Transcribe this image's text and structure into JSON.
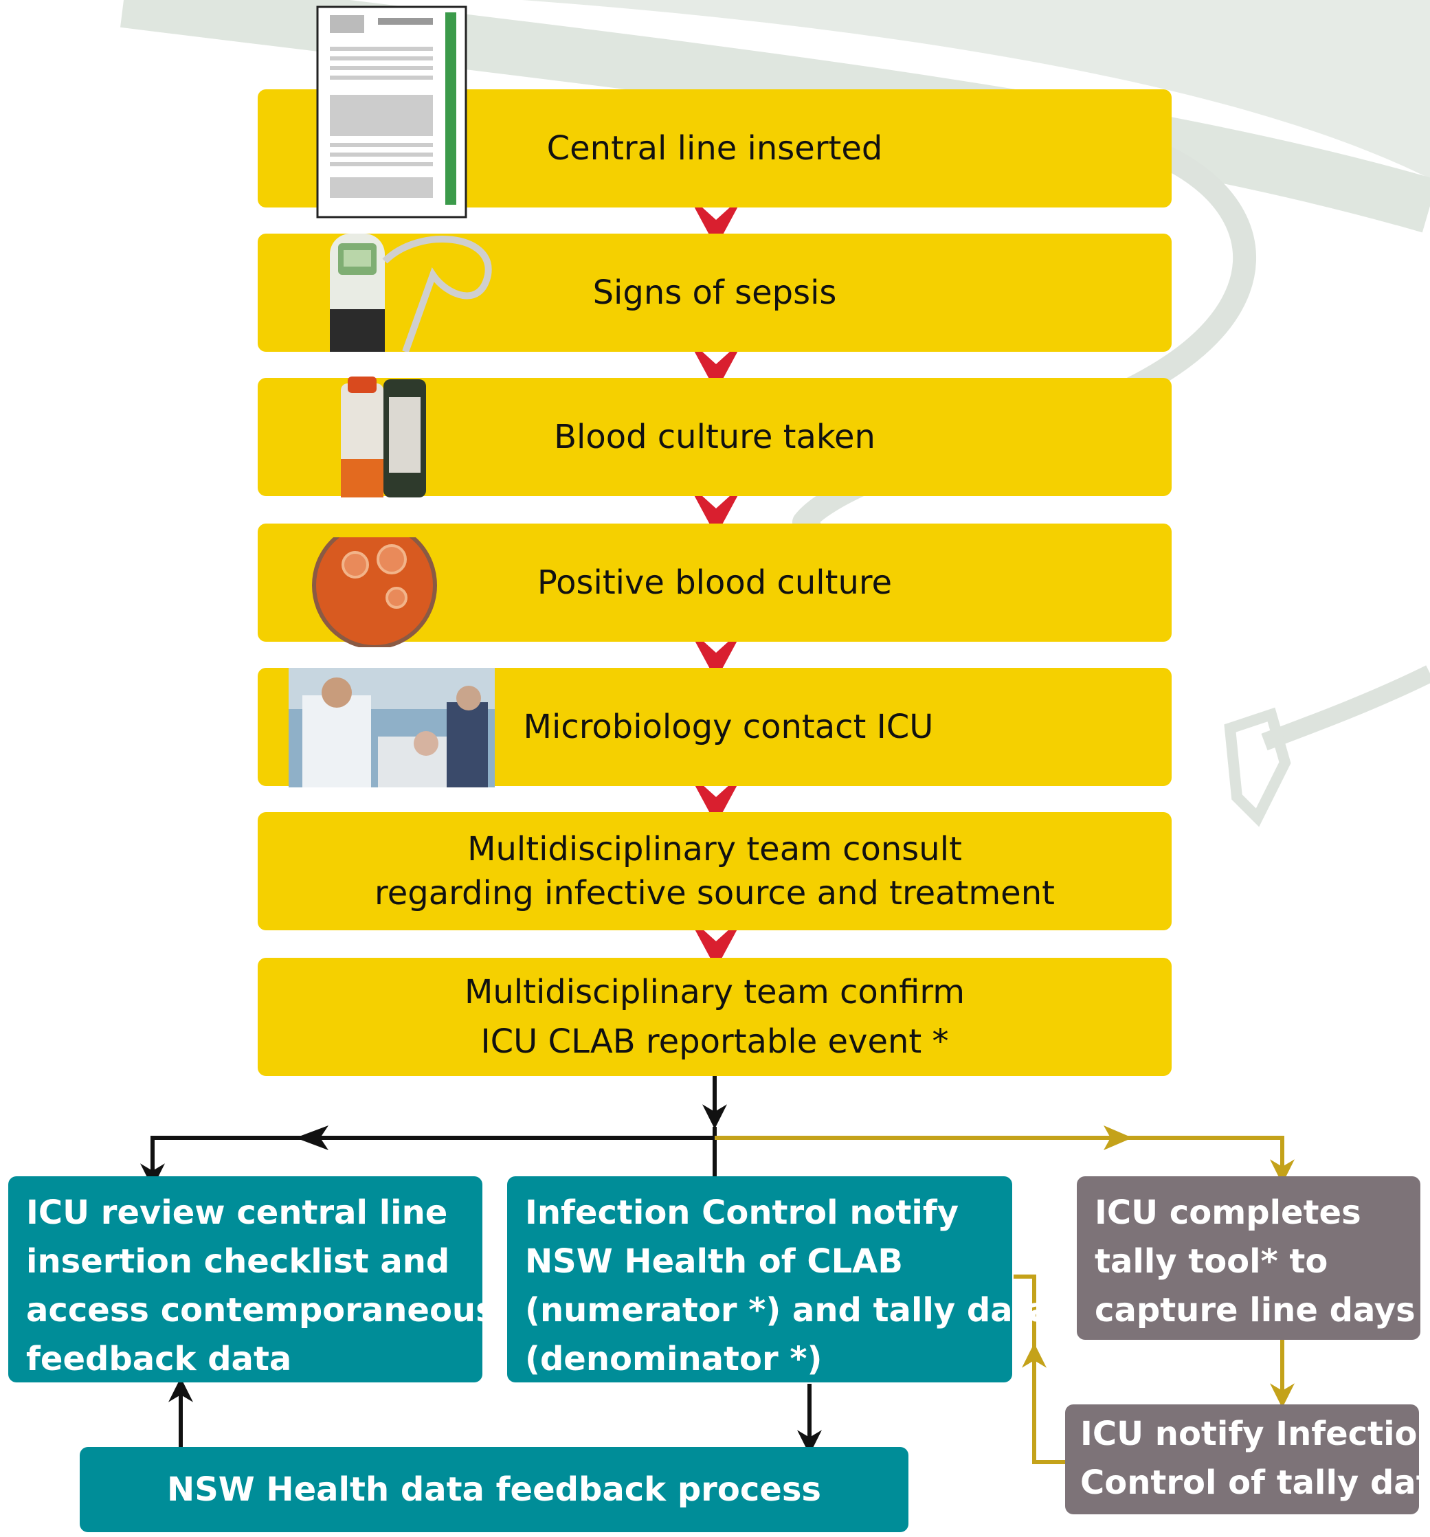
{
  "colors": {
    "step_fill": "#f5d000",
    "arrow_red": "#d91f2f",
    "teal": "#008d98",
    "mauve": "#7d7378",
    "connector_black": "#111111",
    "connector_gold": "#c4a21a",
    "background_swoosh": "#e6ebe6"
  },
  "steps": [
    {
      "lines": [
        "Central line inserted"
      ],
      "image": "checklist-form-image"
    },
    {
      "lines": [
        "Signs of sepsis"
      ],
      "image": "thermometer-image"
    },
    {
      "lines": [
        "Blood culture taken"
      ],
      "image": "blood-culture-bottles-image"
    },
    {
      "lines": [
        "Positive blood culture"
      ],
      "image": "petri-dish-image"
    },
    {
      "lines": [
        "Microbiology contact ICU"
      ],
      "image": "icu-photo-image"
    },
    {
      "lines": [
        "Multidisciplinary team consult",
        "regarding infective source and treatment"
      ]
    },
    {
      "lines": [
        "Multidisciplinary team confirm",
        "ICU CLAB reportable event *"
      ]
    }
  ],
  "boxes": {
    "icu_review": [
      "ICU review central line",
      "insertion checklist and",
      "access contemporaneous",
      "feedback data"
    ],
    "infection_control": [
      "Infection Control notify",
      "NSW Health of CLAB",
      "(numerator *) and tally data",
      "(denominator *)"
    ],
    "tally_tool": [
      "ICU completes",
      "tally tool* to",
      "capture line days"
    ],
    "notify_tally": [
      "ICU notify Infection",
      "Control of tally data"
    ],
    "feedback": [
      "NSW Health data feedback process"
    ]
  }
}
